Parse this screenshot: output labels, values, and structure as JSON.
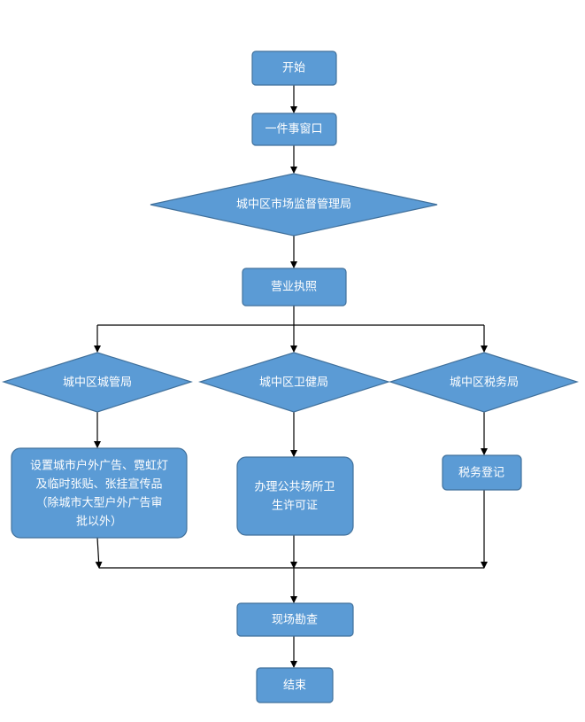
{
  "nodes": {
    "start": "开始",
    "window": "一件事窗口",
    "market_bureau": "城中区市场监督管理局",
    "business_license": "营业执照",
    "urban_bureau": "城中区城管局",
    "health_bureau": "城中区卫健局",
    "tax_bureau": "城中区税务局",
    "urban_task": [
      "设置城市户外广告、霓虹灯",
      "及临时张贴、张挂宣传品",
      "（除城市大型户外广告审",
      "批以外）"
    ],
    "health_task": [
      "办理公共场所卫",
      "生许可证"
    ],
    "tax_task": "税务登记",
    "inspection": "现场勘查",
    "end": "结束"
  },
  "colors": {
    "node_fill": "#5b9bd5",
    "node_stroke": "#41719c",
    "text": "#ffffff",
    "edge": "#000000"
  }
}
